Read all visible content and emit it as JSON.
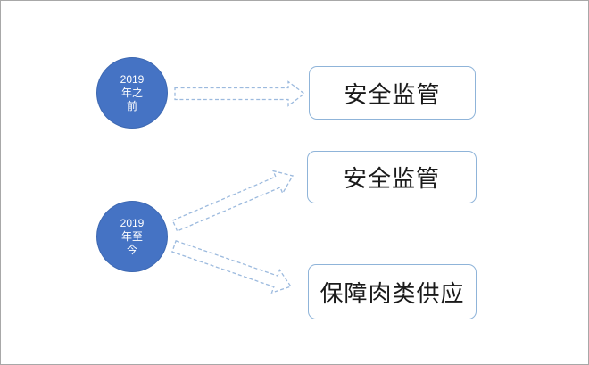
{
  "diagram": {
    "nodes": {
      "period_before": {
        "label": "2019年之前",
        "lines": [
          "2019",
          "年之",
          "前"
        ]
      },
      "period_since": {
        "label": "2019年至今",
        "lines": [
          "2019",
          "年至",
          "今"
        ]
      }
    },
    "boxes": [
      {
        "label": "安全监管"
      },
      {
        "label": "安全监管"
      },
      {
        "label": "保障肉类供应"
      }
    ],
    "edges": [
      {
        "from": "period_before",
        "to": "box_0",
        "style": "dashed-block-arrow"
      },
      {
        "from": "period_since",
        "to": "box_1",
        "style": "dashed-block-arrow"
      },
      {
        "from": "period_since",
        "to": "box_2",
        "style": "dashed-block-arrow"
      }
    ],
    "colors": {
      "background": "#FFFFFF",
      "canvas_border": "#A8A8A8",
      "circle_fill": "#4573C4",
      "circle_text": "#FFFFFF",
      "arrow_stroke": "#9CBADE",
      "box_border": "#8FB4D9",
      "box_text": "#1A1A1A"
    }
  }
}
